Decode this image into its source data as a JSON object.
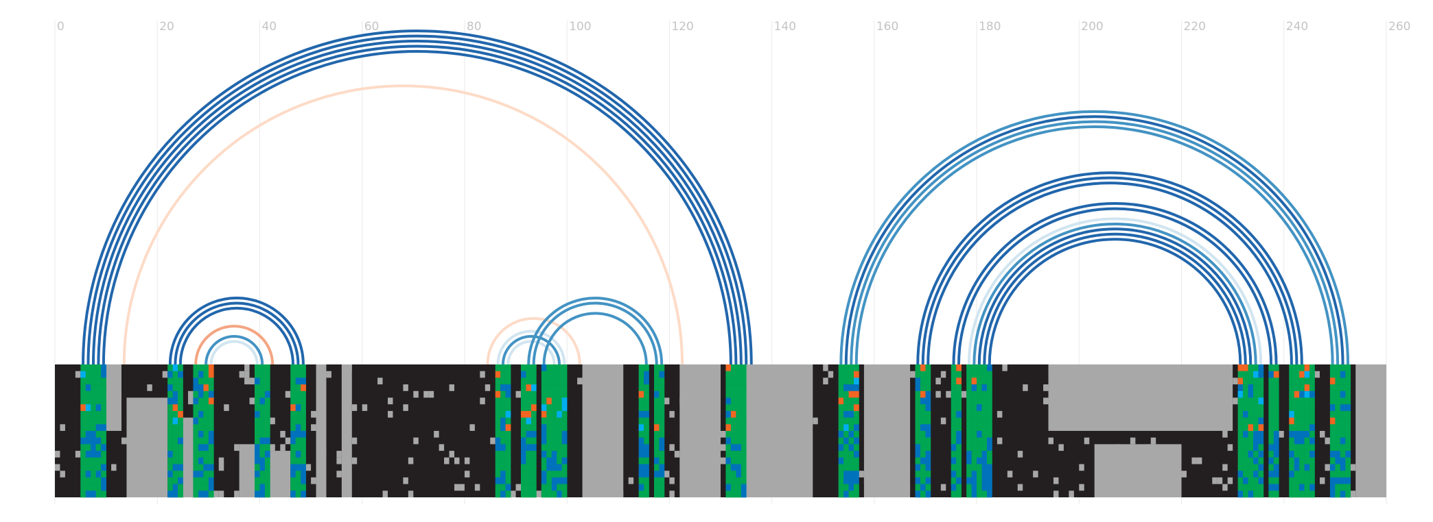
{
  "chart_data": {
    "type": "arc-diagram",
    "xlim": [
      0,
      260
    ],
    "ticks": [
      0,
      20,
      40,
      60,
      80,
      100,
      120,
      140,
      160,
      180,
      200,
      220,
      240,
      260
    ],
    "tick_labels": [
      "0",
      "20",
      "40",
      "60",
      "80",
      "100",
      "120",
      "140",
      "160",
      "180",
      "200",
      "220",
      "240",
      "260"
    ],
    "grid": true,
    "palette": {
      "background": "#231f20",
      "gap": "#a8a8a8",
      "match": "#00a651",
      "transition": "#0072bc",
      "transversion": "#f26522",
      "ambiguous": "#00aeef",
      "arc_dark_blue": "#2166ac",
      "arc_mid_blue": "#4393c3",
      "arc_light_blue": "#d1e5f0",
      "arc_orange": "#f4a582",
      "arc_light_orange": "#fddbc7"
    },
    "arcs": [
      {
        "start": 5.5,
        "end": 136.0,
        "color": "arc_dark_blue"
      },
      {
        "start": 6.5,
        "end": 135.0,
        "color": "arc_dark_blue"
      },
      {
        "start": 7.5,
        "end": 134.0,
        "color": "arc_dark_blue"
      },
      {
        "start": 8.5,
        "end": 133.0,
        "color": "arc_dark_blue"
      },
      {
        "start": 9.5,
        "end": 132.0,
        "color": "arc_dark_blue"
      },
      {
        "start": 13.5,
        "end": 122.5,
        "color": "arc_light_orange"
      },
      {
        "start": 22.5,
        "end": 48.5,
        "color": "arc_dark_blue"
      },
      {
        "start": 23.5,
        "end": 47.5,
        "color": "arc_dark_blue"
      },
      {
        "start": 24.5,
        "end": 46.5,
        "color": "arc_dark_blue"
      },
      {
        "start": 27.5,
        "end": 42.5,
        "color": "arc_orange"
      },
      {
        "start": 29.5,
        "end": 40.5,
        "color": "arc_mid_blue"
      },
      {
        "start": 30.5,
        "end": 39.5,
        "color": "arc_light_blue"
      },
      {
        "start": 84.5,
        "end": 102.5,
        "color": "arc_light_orange"
      },
      {
        "start": 86.5,
        "end": 99.5,
        "color": "arc_light_blue"
      },
      {
        "start": 87.5,
        "end": 98.5,
        "color": "arc_mid_blue"
      },
      {
        "start": 88.5,
        "end": 97.5,
        "color": "arc_light_blue"
      },
      {
        "start": 92.5,
        "end": 118.5,
        "color": "arc_mid_blue"
      },
      {
        "start": 93.5,
        "end": 117.5,
        "color": "arc_mid_blue"
      },
      {
        "start": 95.5,
        "end": 115.5,
        "color": "arc_mid_blue"
      },
      {
        "start": 153.5,
        "end": 252.5,
        "color": "arc_mid_blue"
      },
      {
        "start": 154.5,
        "end": 251.5,
        "color": "arc_dark_blue"
      },
      {
        "start": 155.5,
        "end": 250.5,
        "color": "arc_mid_blue"
      },
      {
        "start": 156.5,
        "end": 249.5,
        "color": "arc_mid_blue"
      },
      {
        "start": 168.5,
        "end": 243.5,
        "color": "arc_dark_blue"
      },
      {
        "start": 169.5,
        "end": 242.5,
        "color": "arc_dark_blue"
      },
      {
        "start": 170.5,
        "end": 241.5,
        "color": "arc_dark_blue"
      },
      {
        "start": 175.5,
        "end": 238.5,
        "color": "arc_dark_blue"
      },
      {
        "start": 176.5,
        "end": 237.5,
        "color": "arc_dark_blue"
      },
      {
        "start": 178.5,
        "end": 235.5,
        "color": "arc_light_blue"
      },
      {
        "start": 179.5,
        "end": 234.5,
        "color": "arc_mid_blue"
      },
      {
        "start": 180.5,
        "end": 233.5,
        "color": "arc_dark_blue"
      },
      {
        "start": 181.5,
        "end": 232.5,
        "color": "arc_dark_blue"
      },
      {
        "start": 182.5,
        "end": 231.5,
        "color": "arc_dark_blue"
      }
    ],
    "sequence_rows": 20,
    "match_columns": [
      5,
      6,
      7,
      8,
      9,
      22,
      23,
      24,
      27,
      28,
      29,
      30,
      39,
      40,
      41,
      46,
      47,
      48,
      86,
      87,
      88,
      91,
      92,
      93,
      95,
      96,
      97,
      98,
      99,
      114,
      115,
      117,
      118,
      131,
      132,
      133,
      134,
      153,
      154,
      155,
      156,
      168,
      169,
      170,
      175,
      176,
      178,
      179,
      180,
      181,
      182,
      231,
      232,
      233,
      234,
      235,
      237,
      238,
      241,
      242,
      243,
      244,
      245,
      249,
      250,
      251,
      252
    ],
    "gap_blocks": [
      {
        "x0": 10,
        "x1": 13,
        "y0": 0,
        "y1": 10
      },
      {
        "x0": 14,
        "x1": 22,
        "y0": 5,
        "y1": 20
      },
      {
        "x0": 25,
        "x1": 27,
        "y0": 8,
        "y1": 20
      },
      {
        "x0": 36,
        "x1": 39,
        "y0": 12,
        "y1": 20
      },
      {
        "x0": 42,
        "x1": 46,
        "y0": 13,
        "y1": 20
      },
      {
        "x0": 51,
        "x1": 53,
        "y0": 0,
        "y1": 20
      },
      {
        "x0": 56,
        "x1": 58,
        "y0": 0,
        "y1": 20
      },
      {
        "x0": 103,
        "x1": 111,
        "y0": 0,
        "y1": 20
      },
      {
        "x0": 122,
        "x1": 130,
        "y0": 0,
        "y1": 20
      },
      {
        "x0": 135,
        "x1": 148,
        "y0": 0,
        "y1": 20
      },
      {
        "x0": 158,
        "x1": 167,
        "y0": 0,
        "y1": 20
      },
      {
        "x0": 194,
        "x1": 230,
        "y0": 0,
        "y1": 10
      },
      {
        "x0": 203,
        "x1": 220,
        "y0": 12,
        "y1": 20
      },
      {
        "x0": 254,
        "x1": 260,
        "y0": 0,
        "y1": 20
      }
    ]
  }
}
